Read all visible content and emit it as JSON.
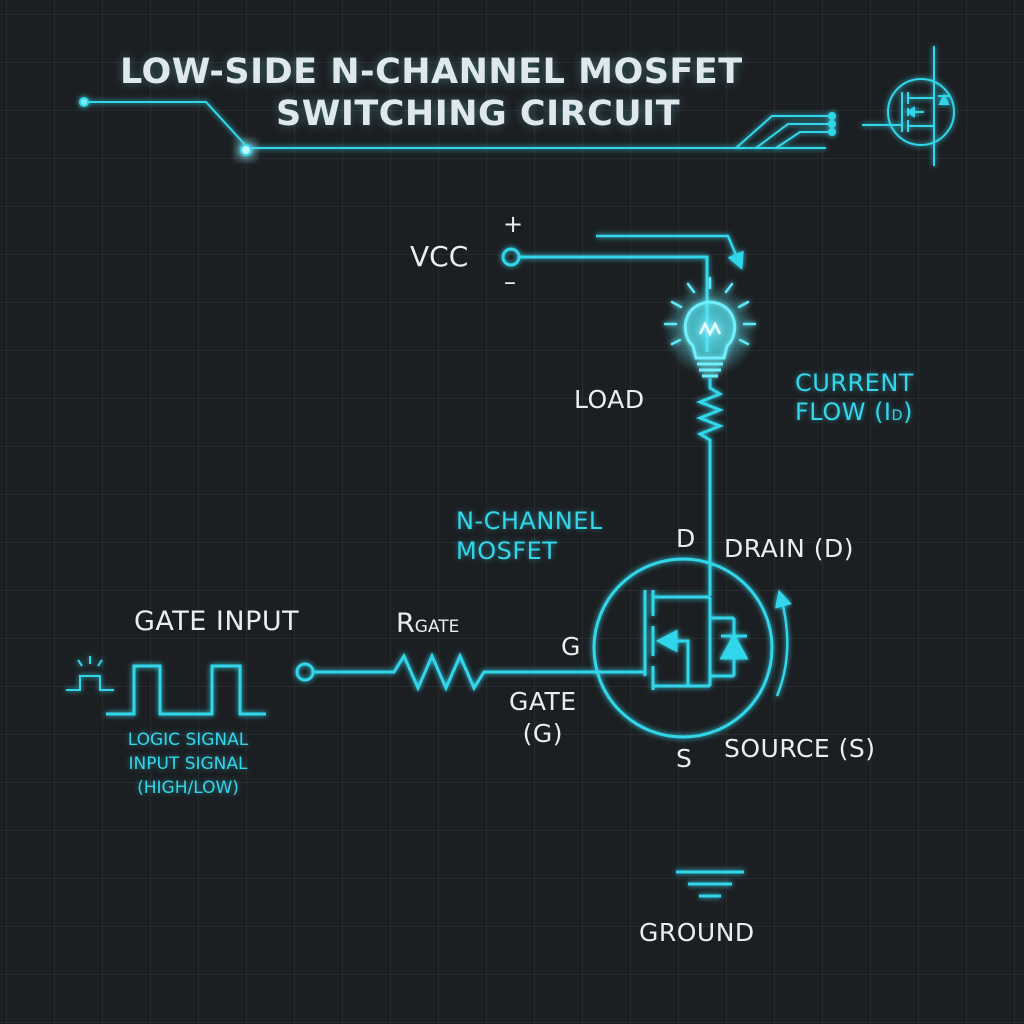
{
  "title": {
    "line1": "LOW-SIDE N-CHANNEL MOSFET",
    "line2": "SWITCHING CIRCUIT"
  },
  "supply": {
    "vcc": "VCC",
    "plus": "+",
    "minus": "–"
  },
  "load": {
    "label": "LOAD"
  },
  "current_flow": {
    "line1": "CURRENT",
    "line2_prefix": "FLOW (I",
    "subscript": "D",
    "line2_suffix": ")"
  },
  "mosfet": {
    "name_line1": "N-CHANNEL",
    "name_line2": "MOSFET",
    "drain_letter": "D",
    "drain_label": "DRAIN (D)",
    "gate_letter": "G",
    "gate_label_line1": "GATE",
    "gate_label_line2": "(G)",
    "source_letter": "S",
    "source_label": "SOURCE (S)"
  },
  "gate_resistor": {
    "main": "R",
    "subscript": "GATE"
  },
  "gate_input": {
    "label": "GATE INPUT",
    "signal_line1": "LOGIC SIGNAL",
    "signal_line2": "INPUT SIGNAL",
    "signal_line3": "(HIGH/LOW)"
  },
  "ground": {
    "label": "GROUND"
  },
  "icons": {
    "header_symbol": "mosfet-symbol-icon",
    "bulb": "light-bulb-icon",
    "square_wave": "square-wave-icon",
    "pulse": "pulse-icon",
    "ground": "ground-symbol-icon"
  },
  "colors": {
    "background": "#1c1f22",
    "wire": "#33d6ea",
    "label_white": "#e9eef1",
    "label_cyan": "#33d6ea"
  }
}
